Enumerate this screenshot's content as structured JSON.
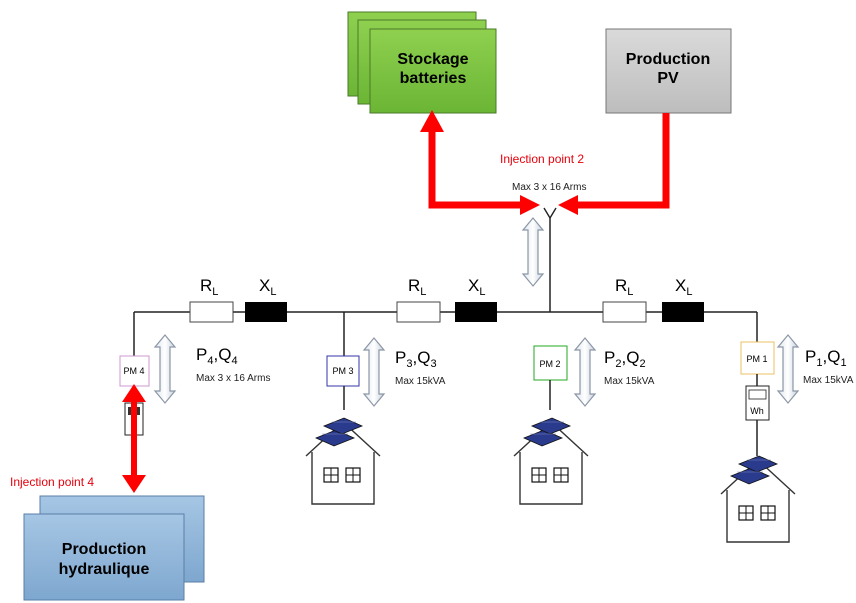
{
  "boxes": {
    "storage": [
      "Stockage",
      "batteries"
    ],
    "pv": [
      "Production",
      "PV"
    ],
    "hydro": [
      "Production",
      "hydraulique"
    ]
  },
  "injection": {
    "point2": "Injection point 2",
    "point2_max": "Max 3 x 16 Arms",
    "point4": "Injection point 4"
  },
  "line": {
    "r": "R",
    "r_sub": "L",
    "x": "X",
    "x_sub": "L"
  },
  "meters": [
    {
      "id": "PM 4",
      "p": "P",
      "p_sub": "4",
      "q": "Q",
      "q_sub": "4",
      "max": "Max 3 x 16 Arms",
      "color": "#cc99cc"
    },
    {
      "id": "PM 3",
      "p": "P",
      "p_sub": "3",
      "q": "Q",
      "q_sub": "3",
      "max": "Max 15kVA",
      "color": "#3333aa"
    },
    {
      "id": "PM 2",
      "p": "P",
      "p_sub": "2",
      "q": "Q",
      "q_sub": "2",
      "max": "Max 15kVA",
      "color": "#22aa22"
    },
    {
      "id": "PM 1",
      "p": "P",
      "p_sub": "1",
      "q": "Q",
      "q_sub": "1",
      "max": "Max 15kVA",
      "color": "#e8c060"
    }
  ],
  "wh": "Wh",
  "colors": {
    "battery": "#7ac143",
    "pv": "#cfcfcf",
    "hydro": "#8eb4d8",
    "flow": "#ff0000"
  }
}
